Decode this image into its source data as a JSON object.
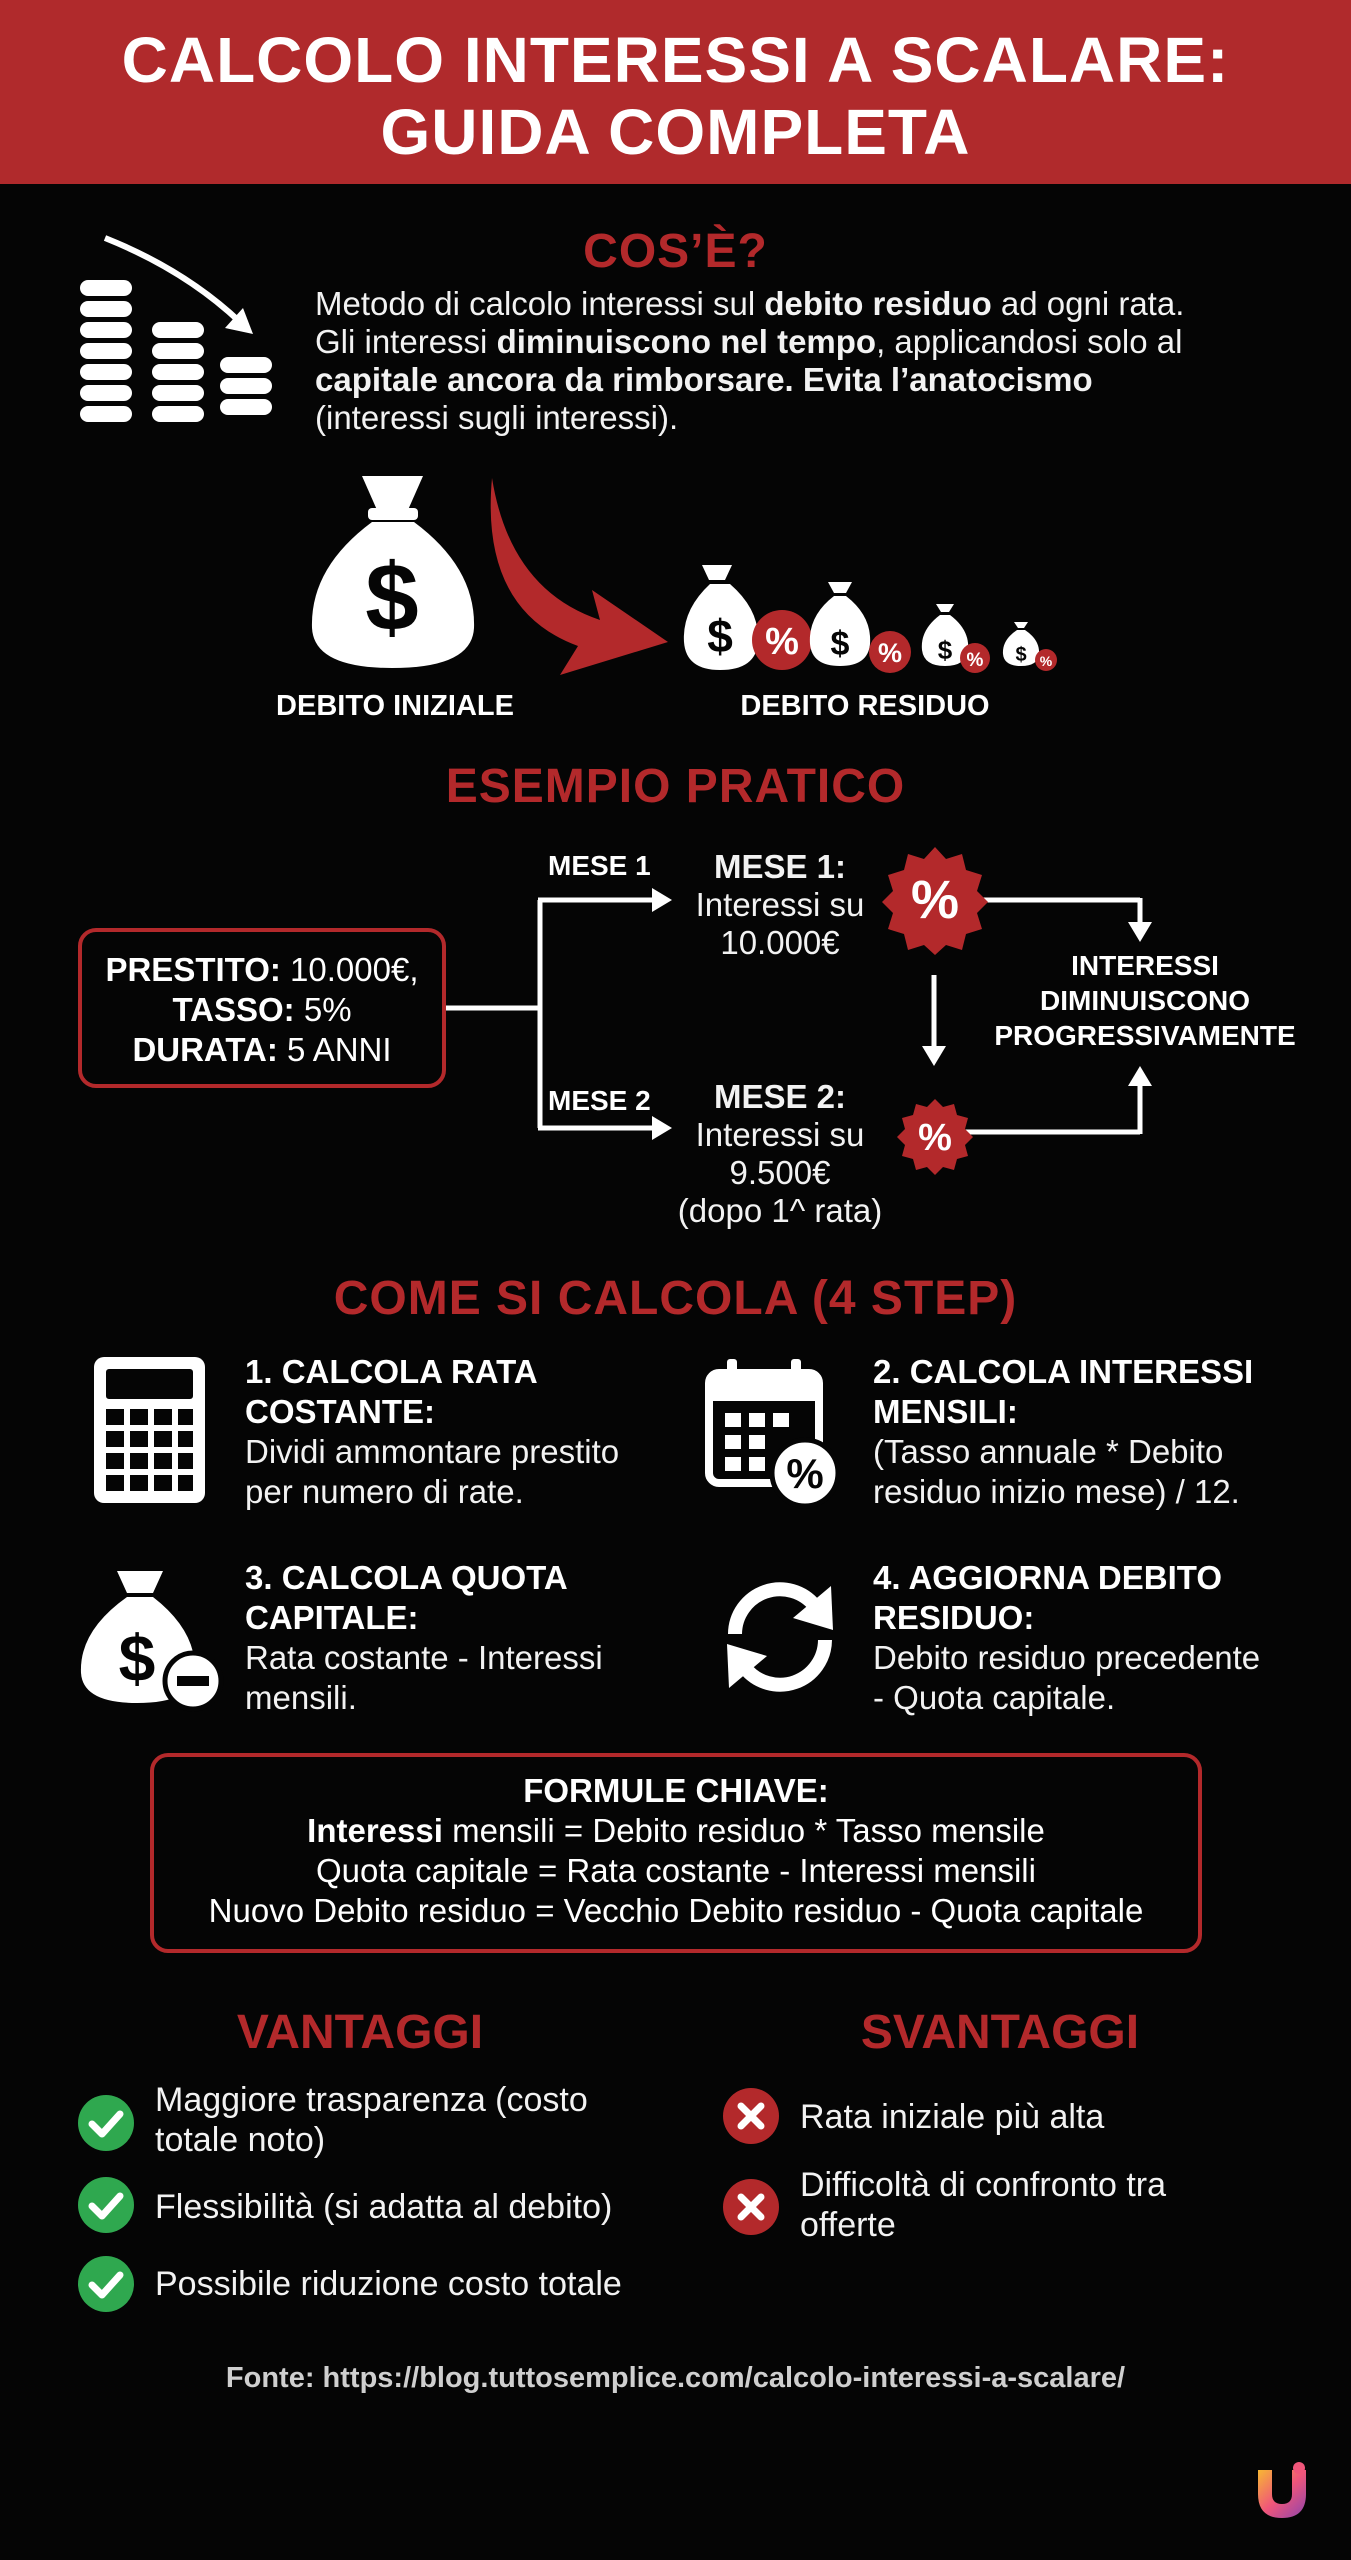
{
  "header": {
    "title_line1": "CALCOLO INTERESSI A SCALARE:",
    "title_line2": "GUIDA COMPLETA"
  },
  "cos_e": {
    "title": "COS’È?",
    "line1_a": "Metodo di calcolo interessi sul ",
    "line1_b": "debito residuo",
    "line1_c": " ad ogni rata.",
    "line2_a": "Gli interessi ",
    "line2_b": "diminuiscono nel tempo",
    "line2_c": ", applicandosi solo al",
    "line3_a": "capitale ancora da rimborsare. Evita l’anatocismo",
    "line4": "(interessi sugli interessi).",
    "debito_iniziale": "DEBITO INIZIALE",
    "debito_residuo": "DEBITO RESIDUO",
    "bag_symbol": "$",
    "percent_symbol": "%"
  },
  "esempio": {
    "title": "ESEMPIO PRATICO",
    "prestito_label": "PRESTITO:",
    "prestito_value": " 10.000€,",
    "tasso_label": "TASSO:",
    "tasso_value": " 5%",
    "durata_label": "DURATA:",
    "durata_value": " 5 ANNI",
    "mese1_branch": "MESE 1",
    "mese2_branch": "MESE 2",
    "mese1_title": "MESE 1:",
    "mese1_line1": "Interessi su",
    "mese1_line2": "10.000€",
    "mese2_title": "MESE 2:",
    "mese2_line1": "Interessi su",
    "mese2_line2": "9.500€",
    "mese2_line3": "(dopo 1^ rata)",
    "result_line1": "INTERESSI",
    "result_line2": "DIMINUISCONO",
    "result_line3": "PROGRESSIVAMENTE"
  },
  "steps": {
    "title": "COME SI CALCOLA (4 STEP)",
    "items": [
      {
        "title1": "1. CALCOLA RATA",
        "title2": "COSTANTE:",
        "text1": "Dividi ammontare prestito",
        "text2": "per numero di rate."
      },
      {
        "title1": "2. CALCOLA INTERESSI",
        "title2": "MENSILI:",
        "text1": "(Tasso annuale * Debito",
        "text2": "residuo inizio mese) / 12."
      },
      {
        "title1": "3. CALCOLA QUOTA",
        "title2": "CAPITALE:",
        "text1": "Rata costante - Interessi",
        "text2": "mensili."
      },
      {
        "title1": "4. AGGIORNA DEBITO",
        "title2": "RESIDUO:",
        "text1": "Debito residuo precedente",
        "text2": "- Quota capitale."
      }
    ]
  },
  "formule": {
    "title": "FORMULE CHIAVE:",
    "f1_bold": "Interessi",
    "f1_rest": " mensili = Debito residuo * Tasso mensile",
    "f2": "Quota capitale = Rata costante - Interessi mensili",
    "f3": "Nuovo Debito residuo = Vecchio Debito residuo - Quota capitale"
  },
  "vantaggi": {
    "title": "VANTAGGI",
    "items": [
      {
        "line1": "Maggiore trasparenza (costo",
        "line2": "totale noto)"
      },
      {
        "line1": "Flessibilità (si adatta al debito)",
        "line2": ""
      },
      {
        "line1": "Possibile riduzione costo totale",
        "line2": ""
      }
    ]
  },
  "svantaggi": {
    "title": "SVANTAGGI",
    "items": [
      {
        "line1": "Rata iniziale più alta",
        "line2": ""
      },
      {
        "line1": "Difficoltà di confronto tra",
        "line2": "offerte"
      }
    ]
  },
  "footer": {
    "source": "Fonte: https://blog.tuttosemplice.com/calcolo-interessi-a-scalare/"
  },
  "colors": {
    "header_bg": "#b02a2c",
    "accent_red": "#b3292b",
    "background": "#050505",
    "check_green": "#2fa84f"
  }
}
